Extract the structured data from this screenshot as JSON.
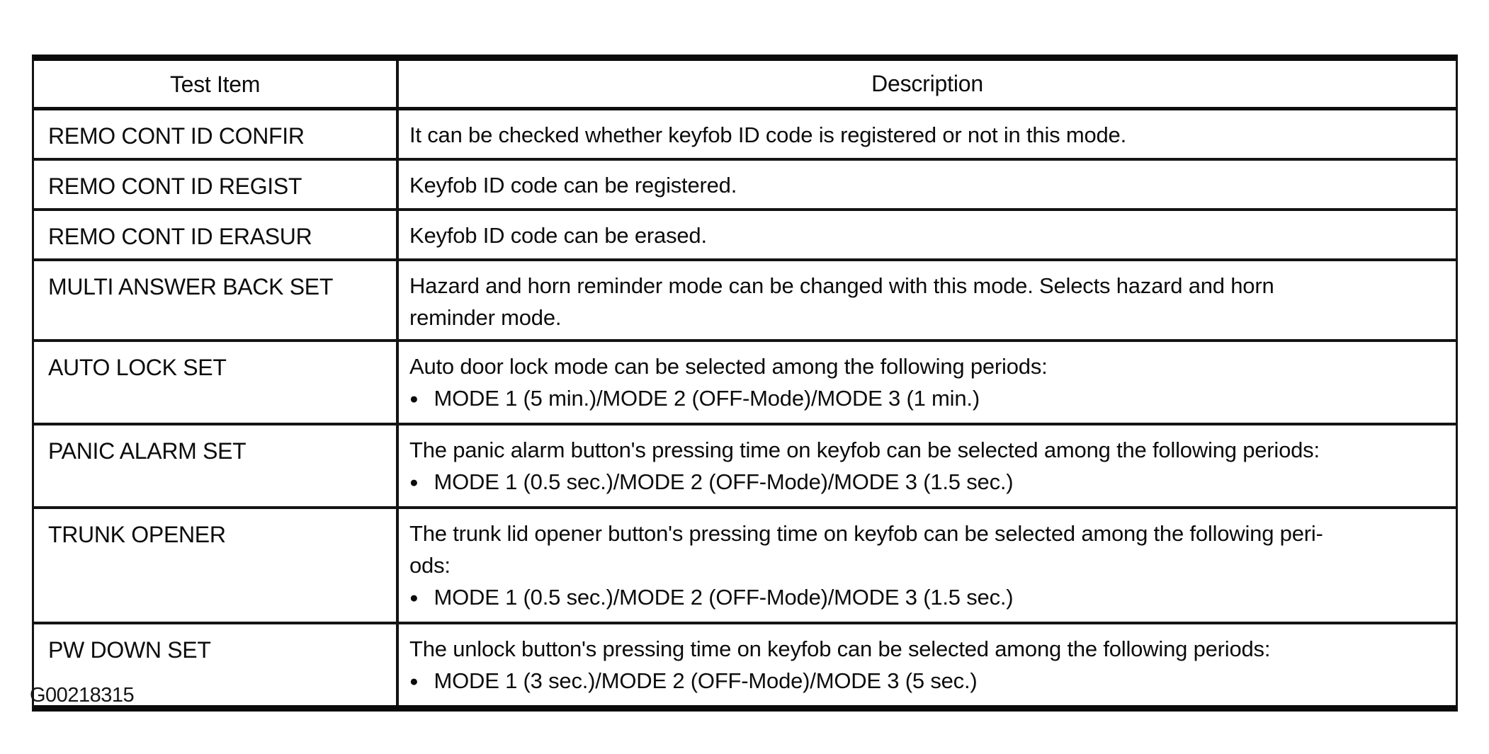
{
  "page": {
    "background_color": "#ffffff",
    "text_color": "#0c0c0c",
    "footer_code": "G00218315"
  },
  "table": {
    "bullet_glyph": "●",
    "headers": {
      "test_item": "Test Item",
      "description": "Description"
    },
    "rows": [
      {
        "item": "REMO CONT ID CONFIR",
        "desc": "It can be checked whether keyfob ID code is registered or not in this mode.",
        "bullet": ""
      },
      {
        "item": "REMO CONT ID REGIST",
        "desc": "Keyfob ID code can be registered.",
        "bullet": ""
      },
      {
        "item": "REMO CONT ID ERASUR",
        "desc": "Keyfob ID code can be erased.",
        "bullet": ""
      },
      {
        "item": "MULTI ANSWER BACK SET",
        "desc": "Hazard and horn reminder mode can be changed with this mode. Selects hazard and horn\nreminder mode.",
        "bullet": ""
      },
      {
        "item": "AUTO LOCK SET",
        "desc": "Auto door lock mode can be selected among the following periods:",
        "bullet": "MODE 1 (5 min.)/MODE 2 (OFF-Mode)/MODE 3 (1 min.)"
      },
      {
        "item": "PANIC ALARM SET",
        "desc": "The panic alarm button's pressing time on keyfob can be selected among the following periods:",
        "bullet": "MODE 1 (0.5 sec.)/MODE 2 (OFF-Mode)/MODE 3 (1.5 sec.)"
      },
      {
        "item": "TRUNK OPENER",
        "desc": "The trunk lid opener button's pressing time on keyfob can be selected among the following peri-\nods:",
        "bullet": "MODE 1 (0.5 sec.)/MODE 2 (OFF-Mode)/MODE 3 (1.5 sec.)"
      },
      {
        "item": "PW DOWN SET",
        "desc": "The unlock button's pressing time on keyfob can be selected among the following periods:",
        "bullet": "MODE 1 (3 sec.)/MODE 2 (OFF-Mode)/MODE 3 (5 sec.)"
      }
    ]
  }
}
